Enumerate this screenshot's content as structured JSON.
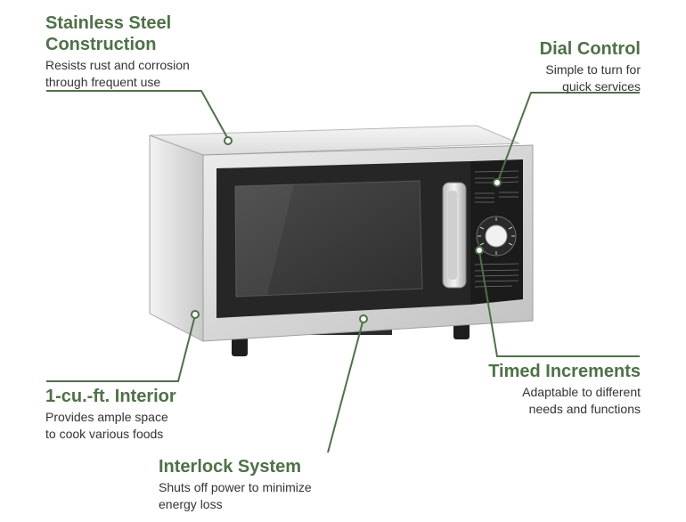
{
  "features": {
    "stainless": {
      "title_line1": "Stainless Steel",
      "title_line2": "Construction",
      "desc_line1": "Resists rust and corrosion",
      "desc_line2": "through frequent use"
    },
    "dial": {
      "title_line1": "Dial Control",
      "desc_line1": "Simple to turn for",
      "desc_line2": "quick services"
    },
    "interior": {
      "title_line1": "1-cu.-ft. Interior",
      "desc_line1": "Provides ample space",
      "desc_line2": "to cook various foods"
    },
    "timed": {
      "title_line1": "Timed Increments",
      "desc_line1": "Adaptable to different",
      "desc_line2": "needs and functions"
    },
    "interlock": {
      "title_line1": "Interlock System",
      "desc_line1": "Shuts off power to minimize",
      "desc_line2": "energy loss"
    }
  },
  "colors": {
    "accent": "#4f7148",
    "text": "#333333",
    "steel": "#d8d8d8",
    "glass": "#3a3a3a"
  }
}
